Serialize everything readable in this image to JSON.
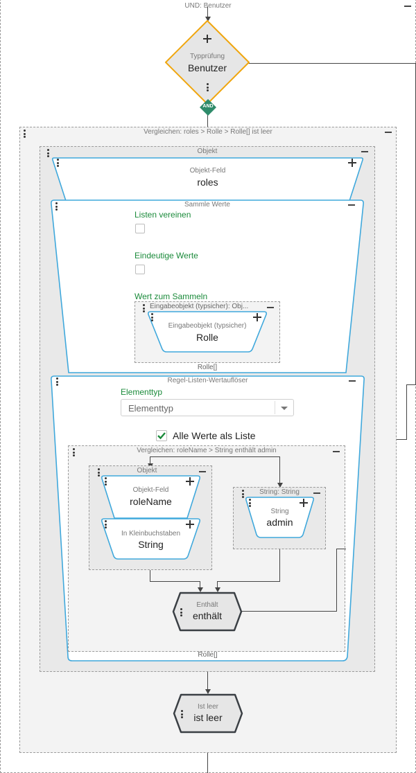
{
  "root": {
    "title": "UND: Benutzer"
  },
  "typecheck": {
    "caption": "Typprüfung",
    "value": "Benutzer",
    "badge": "AND"
  },
  "compare_outer": {
    "title": "Vergleichen: roles > Rolle > Rolle[] ist leer"
  },
  "object_outer": {
    "title": "Objekt"
  },
  "field_roles": {
    "caption": "Objekt-Feld",
    "value": "roles"
  },
  "collect": {
    "title": "Sammle Werte",
    "merge_label": "Listen vereinen",
    "unique_label": "Eindeutige Werte",
    "value_label": "Wert zum Sammeln",
    "input_container_title": "Eingabeobjekt (typsicher): Obj...",
    "input_caption": "Eingabeobjekt (typsicher)",
    "input_value": "Rolle",
    "out_type": "Rolle[]"
  },
  "resolver": {
    "title": "Regel-Listen-Wertauflöser",
    "element_type_label": "Elementtyp",
    "element_type_placeholder": "Elementtyp",
    "all_values_label": "Alle Werte als Liste",
    "out_type": "Rolle[]"
  },
  "compare_inner": {
    "title": "Vergleichen: roleName > String enthält admin"
  },
  "object_inner": {
    "title": "Objekt"
  },
  "field_rolename": {
    "caption": "Objekt-Feld",
    "value": "roleName"
  },
  "lowercase": {
    "caption": "In Kleinbuchstaben",
    "value": "String"
  },
  "string_container": {
    "title": "String: String"
  },
  "string_value": {
    "caption": "String",
    "value": "admin"
  },
  "contains": {
    "caption": "Enthält",
    "value": "enthält"
  },
  "isempty": {
    "caption": "Ist leer",
    "value": "ist leer"
  }
}
